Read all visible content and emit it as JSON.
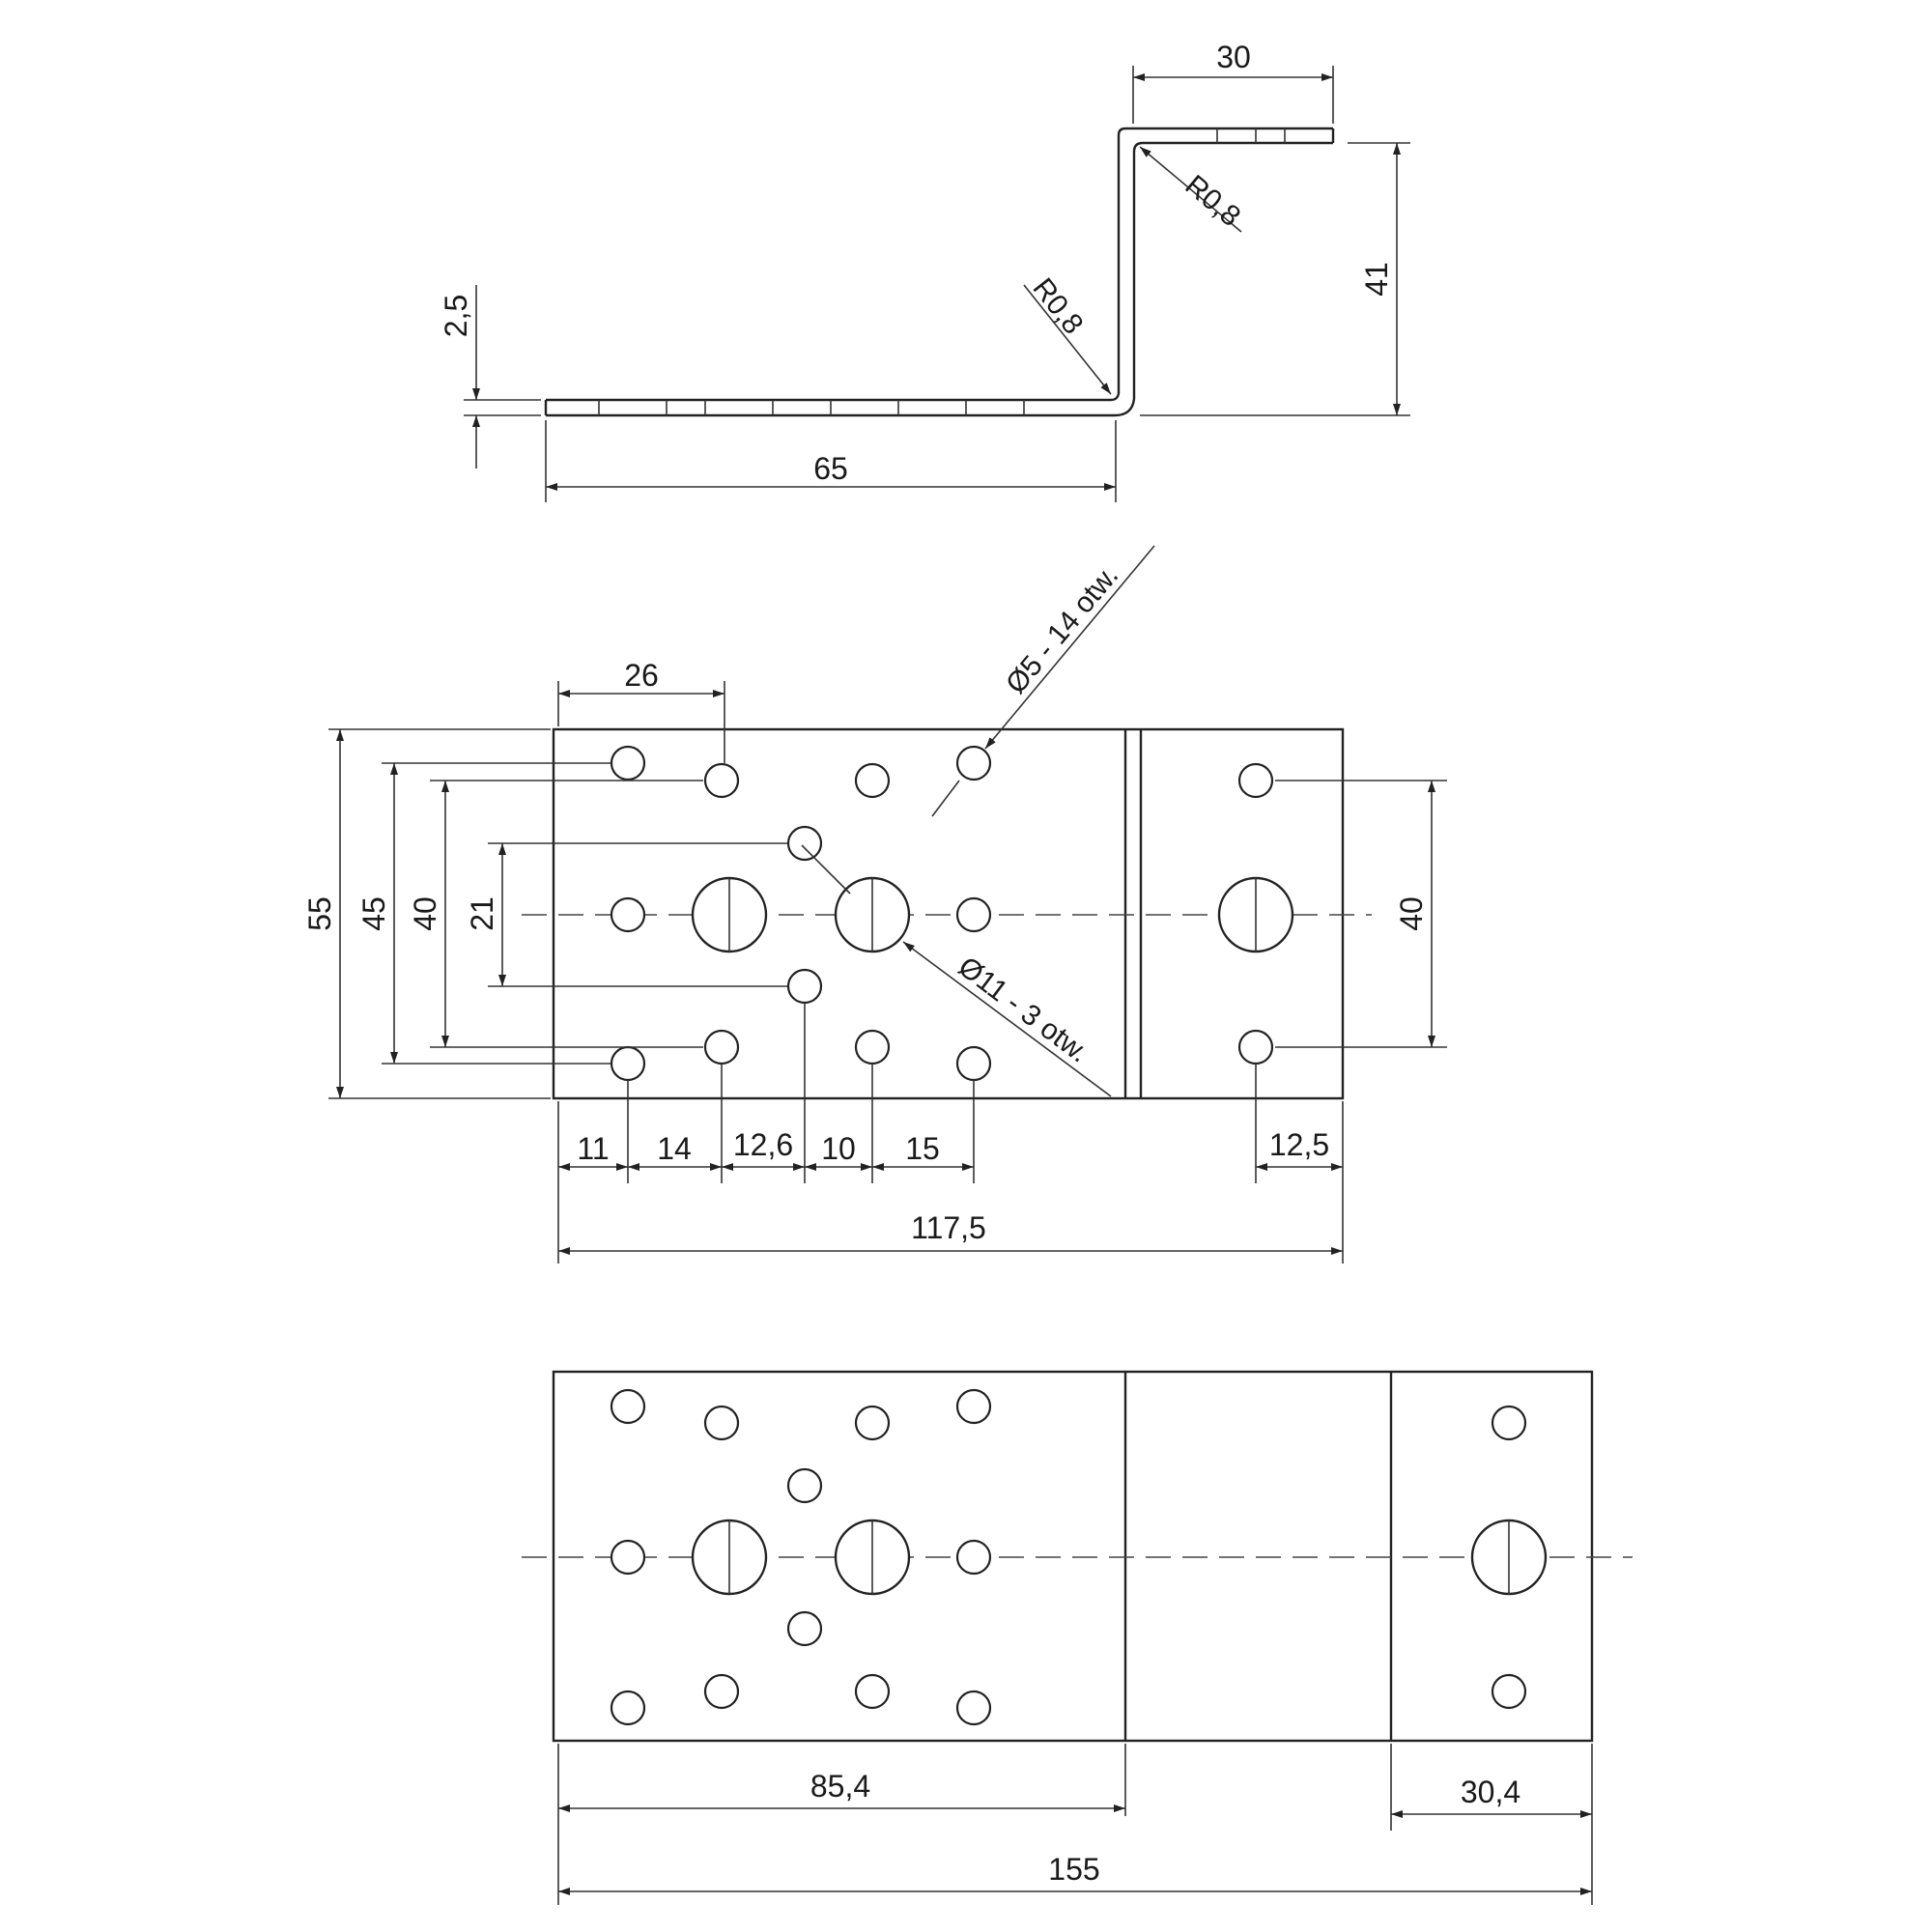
{
  "side_view": {
    "dimensions": {
      "top_flange": "30",
      "vertical_leg": "41",
      "thickness": "2,5",
      "bottom_flange": "65"
    },
    "radii": {
      "outer_bend": "R0,8",
      "inner_bend": "R0,8"
    }
  },
  "bent_plan_view": {
    "small_holes_note": "Ø5 - 14 otw.",
    "large_holes_note": "Ø11 - 3 otw.",
    "vertical_dimensions": {
      "overall": "55",
      "outer_holes": "45",
      "inner_holes": "40",
      "diagonal_holes": "21",
      "right_holes": "40"
    },
    "horizontal_dimensions": {
      "top": "26",
      "chain": [
        "11",
        "14",
        "12,6",
        "10",
        "15"
      ],
      "right_edge": "12,5",
      "overall": "117,5"
    }
  },
  "flat_pattern_view": {
    "dimensions": {
      "left_section": "85,4",
      "right_section": "30,4",
      "overall": "155"
    }
  }
}
